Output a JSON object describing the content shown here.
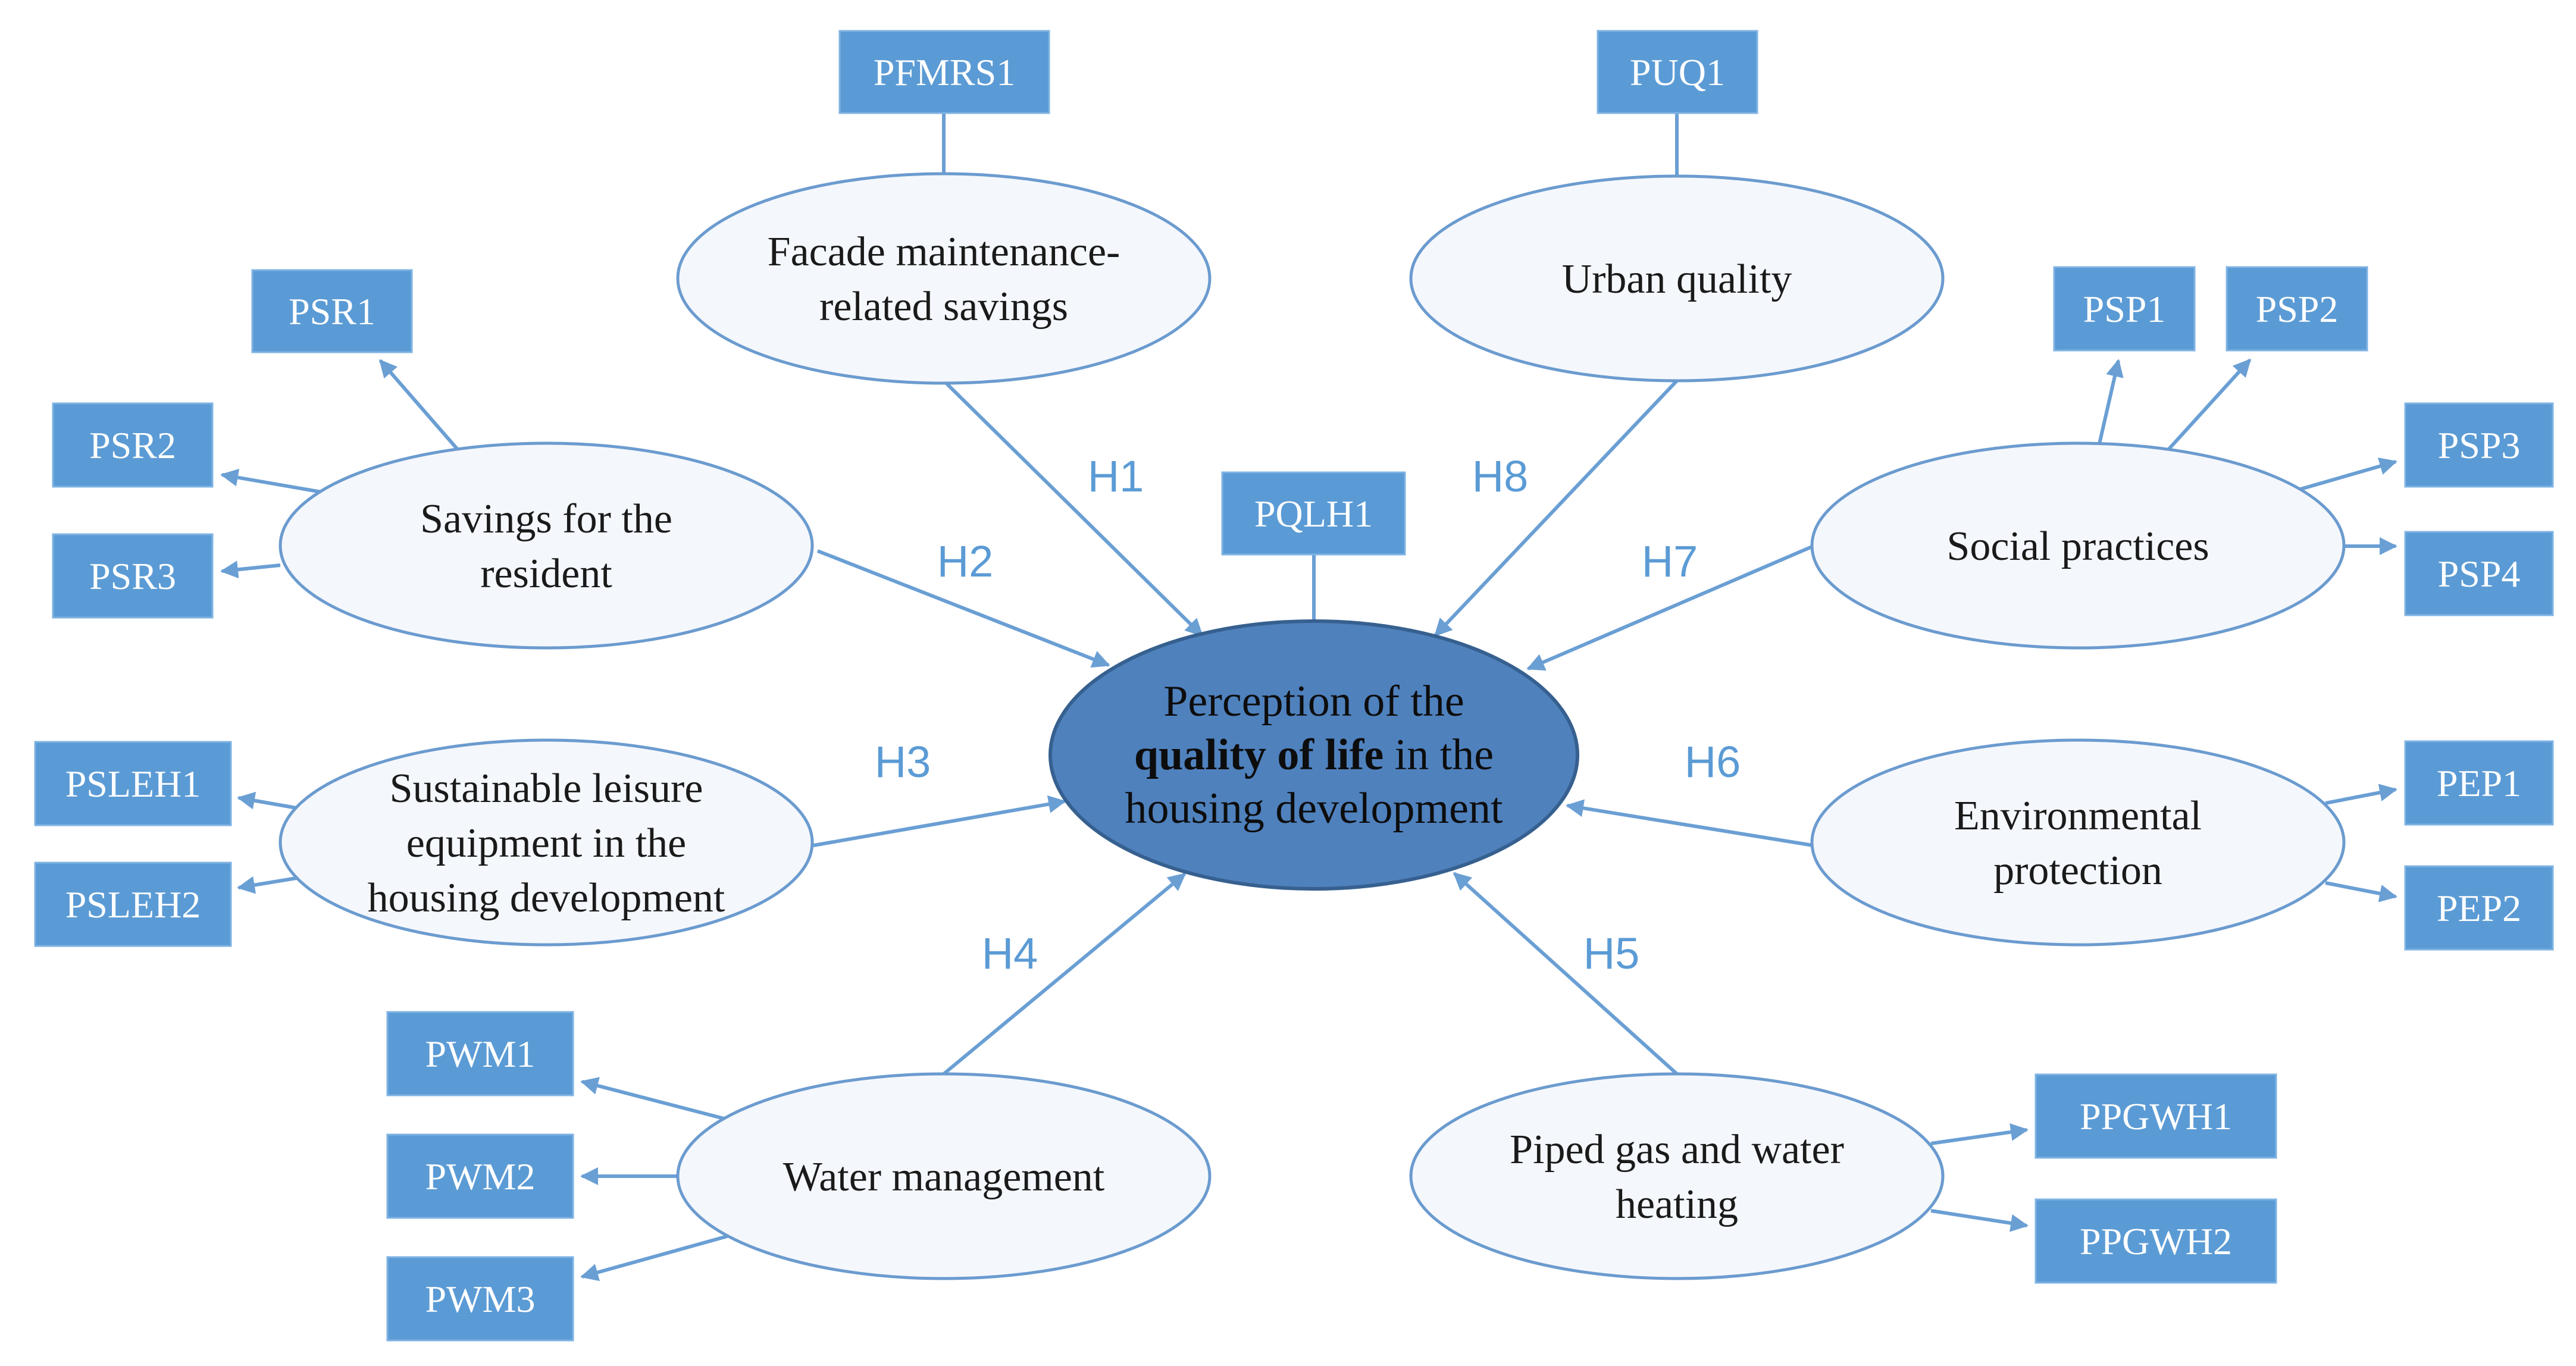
{
  "colors": {
    "box_fill": "#5b9bd5",
    "connector": "#6a9fd4",
    "center_fill": "#4f81bd",
    "construct_fill": "#f4f7fc",
    "hypothesis_label": "#5b9bd5"
  },
  "center": {
    "lines": [
      [
        {
          "text": "Perception of the",
          "bold": false
        }
      ],
      [
        {
          "text": "quality of life",
          "bold": true
        },
        {
          "text": " in the",
          "bold": false
        }
      ],
      [
        {
          "text": "housing development",
          "bold": false
        }
      ]
    ],
    "indicator": "PQLH1"
  },
  "constructs": [
    {
      "key": "fmrs",
      "lines": [
        "Facade maintenance-",
        "related savings"
      ],
      "indicators": [
        "PFMRS1"
      ],
      "hypothesis": "H1"
    },
    {
      "key": "sr",
      "lines": [
        "Savings for the",
        "resident"
      ],
      "indicators": [
        "PSR1",
        "PSR2",
        "PSR3"
      ],
      "hypothesis": "H2"
    },
    {
      "key": "sleh",
      "lines": [
        "Sustainable leisure",
        "equipment in the",
        "housing development"
      ],
      "indicators": [
        "PSLEH1",
        "PSLEH2"
      ],
      "hypothesis": "H3"
    },
    {
      "key": "wm",
      "lines": [
        "Water management"
      ],
      "indicators": [
        "PWM1",
        "PWM2",
        "PWM3"
      ],
      "hypothesis": "H4"
    },
    {
      "key": "pgwh",
      "lines": [
        "Piped gas and water",
        "heating"
      ],
      "indicators": [
        "PPGWH1",
        "PPGWH2"
      ],
      "hypothesis": "H5"
    },
    {
      "key": "ep",
      "lines": [
        "Environmental",
        "protection"
      ],
      "indicators": [
        "PEP1",
        "PEP2"
      ],
      "hypothesis": "H6"
    },
    {
      "key": "sp",
      "lines": [
        "Social practices"
      ],
      "indicators": [
        "PSP1",
        "PSP2",
        "PSP3",
        "PSP4"
      ],
      "hypothesis": "H7"
    },
    {
      "key": "uq",
      "lines": [
        "Urban quality"
      ],
      "indicators": [
        "PUQ1"
      ],
      "hypothesis": "H8"
    }
  ]
}
